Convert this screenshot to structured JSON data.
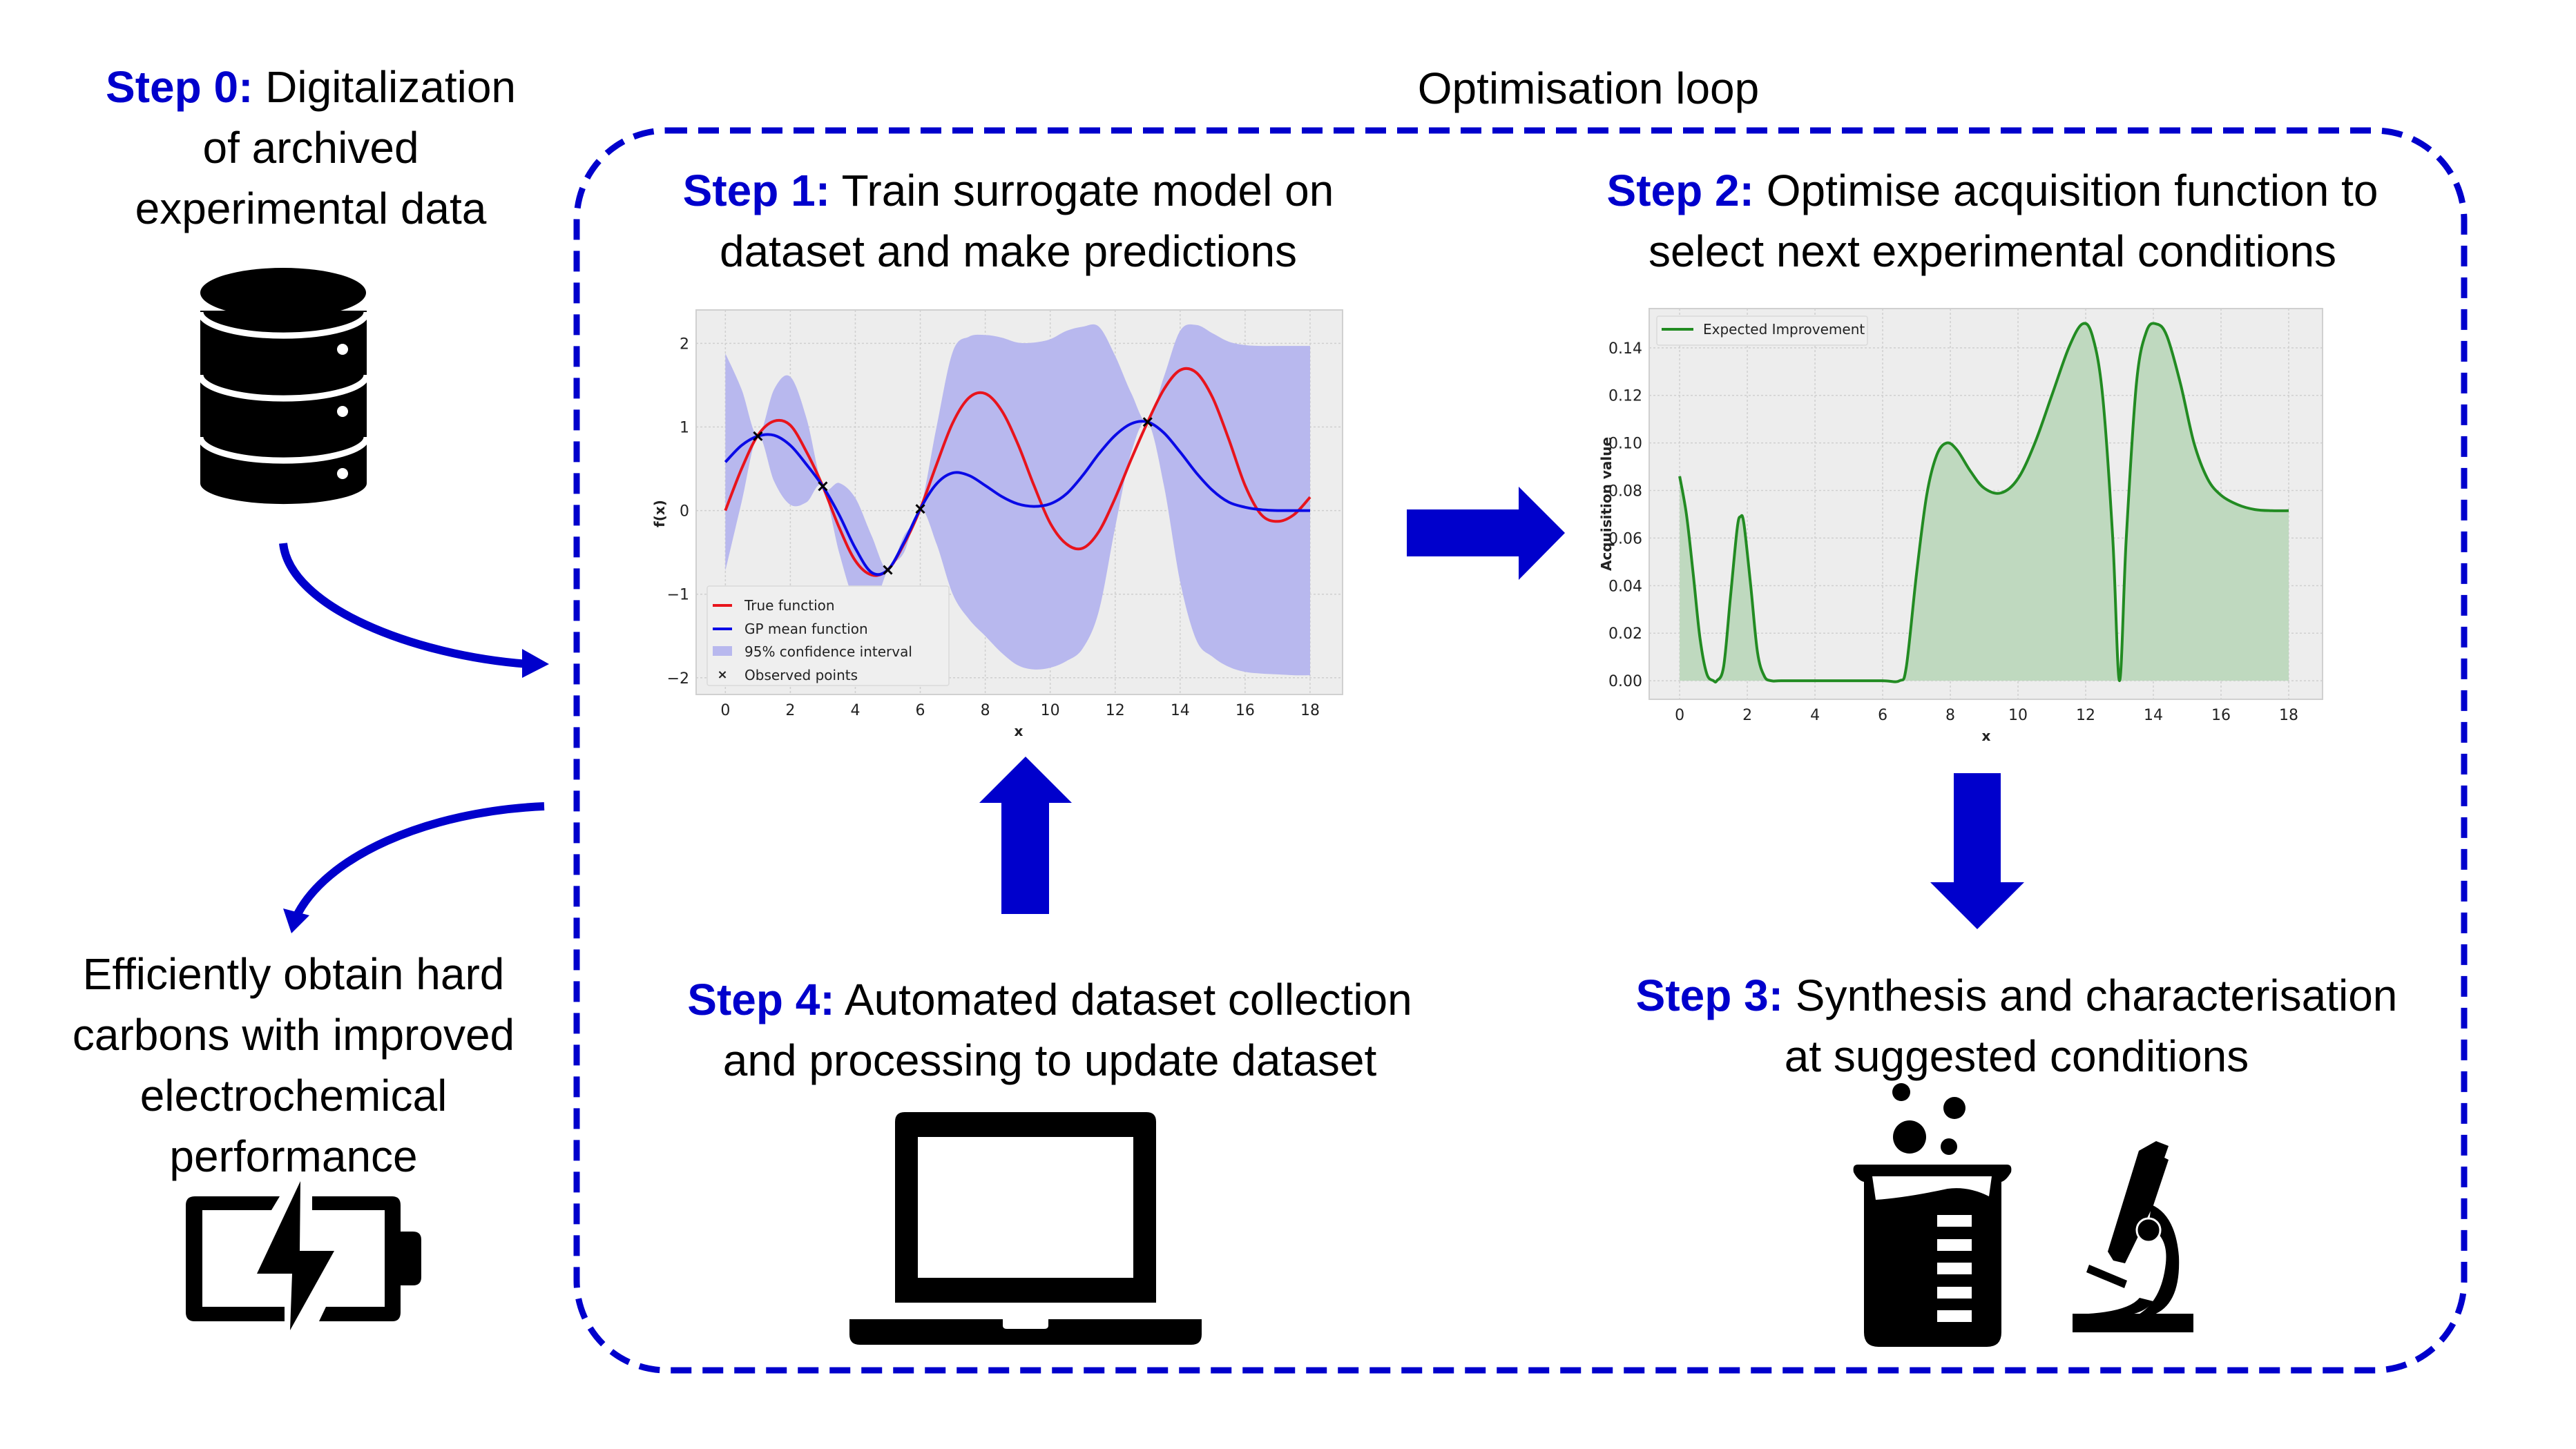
{
  "colors": {
    "accent_blue": "#0000CC",
    "true_function": "#E8141C",
    "gp_mean": "#0A0AE6",
    "confidence_fill": "#B8B8EE",
    "ei_line": "#228B22",
    "ei_fill": "#BFD9BF",
    "plot_bg": "#EDEDED"
  },
  "loop_title": "Optimisation loop",
  "step0": {
    "label": "Step 0:",
    "line1": "Digitalization",
    "line2": "of archived",
    "line3": "experimental  data",
    "icon": "database-icon"
  },
  "outcome": {
    "line1": "Efficiently obtain hard",
    "line2": "carbons with improved",
    "line3": "electrochemical",
    "line4": "performance",
    "icon": "battery-charging-icon"
  },
  "step1": {
    "label": "Step 1:",
    "line1": "Train surrogate model on",
    "line2": "dataset and make predictions"
  },
  "step2": {
    "label": "Step 2:",
    "line1": "Optimise acquisition function to",
    "line2": "select next experimental conditions"
  },
  "step3": {
    "label": "Step 3:",
    "line1": "Synthesis and characterisation",
    "line2": "at suggested conditions",
    "icons": [
      "beaker-icon",
      "microscope-icon"
    ]
  },
  "step4": {
    "label": "Step 4:",
    "line1": "Automated dataset collection",
    "line2": "and processing to update dataset",
    "icon": "laptop-icon"
  },
  "chart_data": [
    {
      "type": "line",
      "title": "",
      "xlabel": "x",
      "ylabel": "f(x)",
      "xlim": [
        -0.9,
        19.0
      ],
      "ylim": [
        -2.2,
        2.4
      ],
      "xticks": [
        0,
        2,
        4,
        6,
        8,
        10,
        12,
        14,
        16,
        18
      ],
      "yticks": [
        -2,
        -1,
        0,
        1,
        2
      ],
      "ytick_labels": [
        "−2",
        "−1",
        "0",
        "1",
        "2"
      ],
      "grid": true,
      "legend_position": "lower-left",
      "legend": [
        "True function",
        "GP mean function",
        "95% confidence interval",
        "Observed points"
      ],
      "x": [
        0,
        0.5,
        1,
        1.5,
        2,
        2.5,
        3,
        3.5,
        4,
        4.5,
        5,
        5.5,
        6,
        6.5,
        7,
        7.5,
        8,
        8.5,
        9,
        9.5,
        10,
        10.5,
        11,
        11.5,
        12,
        12.5,
        13,
        13.5,
        14,
        14.5,
        15,
        15.5,
        16,
        16.5,
        17,
        17.5,
        18
      ],
      "series": [
        {
          "name": "True function",
          "values": [
            0.0,
            0.5,
            0.9,
            1.07,
            1.02,
            0.7,
            0.29,
            -0.2,
            -0.6,
            -0.77,
            -0.71,
            -0.4,
            0.02,
            0.55,
            1.05,
            1.35,
            1.4,
            1.2,
            0.8,
            0.3,
            -0.15,
            -0.4,
            -0.45,
            -0.25,
            0.15,
            0.62,
            1.06,
            1.45,
            1.68,
            1.65,
            1.35,
            0.85,
            0.3,
            -0.05,
            -0.13,
            -0.05,
            0.16
          ]
        },
        {
          "name": "GP mean function",
          "values": [
            0.58,
            0.78,
            0.89,
            0.9,
            0.78,
            0.55,
            0.29,
            -0.05,
            -0.45,
            -0.74,
            -0.71,
            -0.38,
            0.02,
            0.32,
            0.45,
            0.42,
            0.3,
            0.17,
            0.08,
            0.05,
            0.08,
            0.2,
            0.42,
            0.68,
            0.9,
            1.04,
            1.06,
            0.93,
            0.7,
            0.45,
            0.24,
            0.1,
            0.04,
            0.01,
            0.0,
            0.0,
            0.0
          ]
        },
        {
          "name": "95% confidence upper",
          "values": [
            1.88,
            1.45,
            0.89,
            1.45,
            1.6,
            1.1,
            0.29,
            0.33,
            0.15,
            -0.3,
            -0.71,
            -0.3,
            0.02,
            1.0,
            1.9,
            2.08,
            2.1,
            2.07,
            2.01,
            2.01,
            2.05,
            2.15,
            2.2,
            2.2,
            1.85,
            1.4,
            1.06,
            1.6,
            2.15,
            2.22,
            2.12,
            2.02,
            1.98,
            1.97,
            1.97,
            1.97,
            1.97
          ]
        },
        {
          "name": "95% confidence lower",
          "values": [
            -0.72,
            0.1,
            0.89,
            0.35,
            0.07,
            0.1,
            0.29,
            -0.5,
            -1.1,
            -1.2,
            -0.71,
            -0.5,
            0.02,
            -0.4,
            -1.0,
            -1.3,
            -1.5,
            -1.7,
            -1.85,
            -1.9,
            -1.88,
            -1.8,
            -1.65,
            -1.2,
            -0.2,
            0.7,
            1.06,
            0.3,
            -0.85,
            -1.55,
            -1.75,
            -1.87,
            -1.93,
            -1.95,
            -1.96,
            -1.97,
            -1.97
          ]
        }
      ],
      "observed_points": [
        {
          "x": 1,
          "y": 0.89
        },
        {
          "x": 3,
          "y": 0.29
        },
        {
          "x": 5,
          "y": -0.71
        },
        {
          "x": 6,
          "y": 0.02
        },
        {
          "x": 13,
          "y": 1.06
        }
      ]
    },
    {
      "type": "area",
      "title": "",
      "xlabel": "x",
      "ylabel": "Acquisition value",
      "xlim": [
        -0.9,
        19.0
      ],
      "ylim": [
        -0.0078,
        0.1565
      ],
      "xticks": [
        0,
        2,
        4,
        6,
        8,
        10,
        12,
        14,
        16,
        18
      ],
      "yticks": [
        0.0,
        0.02,
        0.04,
        0.06,
        0.08,
        0.1,
        0.12,
        0.14
      ],
      "ytick_labels": [
        "0.00",
        "0.02",
        "0.04",
        "0.06",
        "0.08",
        "0.10",
        "0.12",
        "0.14"
      ],
      "grid": true,
      "legend_position": "top-left",
      "legend": [
        "Expected Improvement"
      ],
      "series": [
        {
          "name": "Expected Improvement",
          "x": [
            0,
            0.2,
            0.4,
            0.6,
            0.8,
            1.0,
            1.1,
            1.3,
            1.5,
            1.7,
            1.8,
            1.9,
            2.1,
            2.3,
            2.5,
            2.7,
            3,
            4,
            5,
            6,
            6.5,
            6.7,
            7,
            7.3,
            7.6,
            7.9,
            8.2,
            8.6,
            9,
            9.5,
            10,
            10.5,
            11,
            11.5,
            11.9,
            12.2,
            12.5,
            12.8,
            13.0,
            13.2,
            13.5,
            13.8,
            14.1,
            14.4,
            14.8,
            15.2,
            15.6,
            16,
            16.5,
            17,
            17.5,
            18
          ],
          "values": [
            0.086,
            0.07,
            0.045,
            0.018,
            0.003,
            0.0,
            0.0,
            0.006,
            0.035,
            0.064,
            0.069,
            0.066,
            0.04,
            0.012,
            0.002,
            0.0,
            0.0,
            0.0,
            0.0,
            0.0,
            0.0,
            0.006,
            0.045,
            0.078,
            0.095,
            0.1,
            0.097,
            0.088,
            0.081,
            0.079,
            0.085,
            0.1,
            0.12,
            0.14,
            0.15,
            0.145,
            0.12,
            0.06,
            0.0,
            0.06,
            0.125,
            0.147,
            0.15,
            0.145,
            0.125,
            0.1,
            0.085,
            0.078,
            0.074,
            0.072,
            0.0715,
            0.0715
          ]
        }
      ]
    }
  ]
}
